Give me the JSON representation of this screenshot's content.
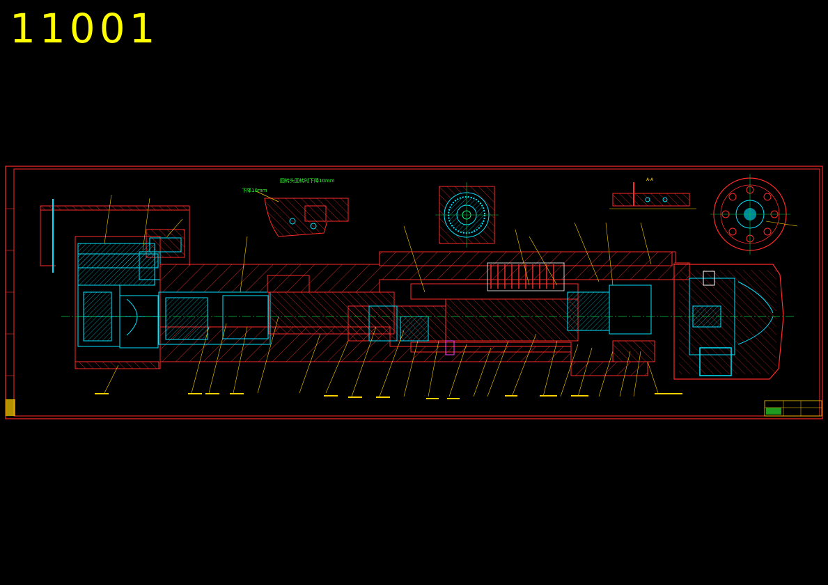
{
  "drawing": {
    "id_text": "11001",
    "note_main": "回转头回转时下降10mm",
    "note_left": "下降10mm",
    "view_label": "A-A"
  },
  "colors": {
    "background": "#000000",
    "id_text": "#ffff00",
    "frame": "#ff2a2a",
    "part": "#00e5ff",
    "leader": "#ffd000",
    "note": "#33ff33",
    "axis": "#00cc44",
    "hatch": "#ff3030",
    "white": "#ffffff",
    "magenta": "#ff40ff"
  },
  "title_block": {
    "visible": true
  }
}
